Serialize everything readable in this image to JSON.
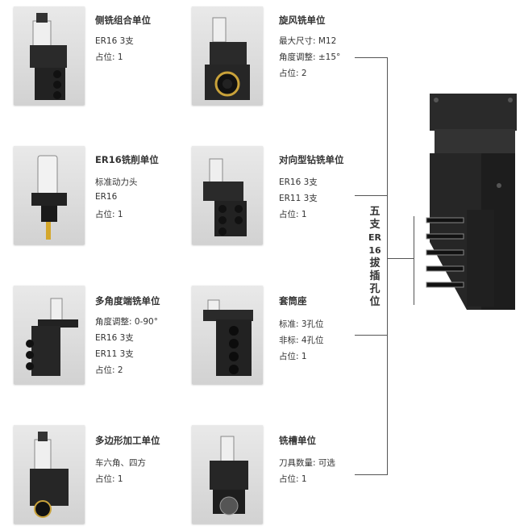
{
  "items": [
    {
      "title": "侧铣组合单位",
      "lines": [
        "ER16 3支",
        "占位: 1"
      ]
    },
    {
      "title": "旋风铣单位",
      "lines": [
        "最大尺寸: M12",
        "角度调整: ±15°",
        "占位: 2"
      ]
    },
    {
      "title": "ER16铣削单位",
      "lines": [
        "标准动力头",
        "ER16",
        "占位: 1"
      ]
    },
    {
      "title": "对向型钻铣单位",
      "lines": [
        "ER16 3支",
        "ER11 3支",
        "占位: 1"
      ]
    },
    {
      "title": "多角度端铣单位",
      "lines": [
        "角度调整: 0-90°",
        "ER16 3支",
        "ER11 3支",
        "占位: 2"
      ]
    },
    {
      "title": "套筒座",
      "lines": [
        "标准: 3孔位",
        "非标: 4孔位",
        "占位: 1"
      ]
    },
    {
      "title": "多边形加工单位",
      "lines": [
        "车六角、四方",
        "占位: 1"
      ]
    },
    {
      "title": "铣槽单位",
      "lines": [
        "刀具数量: 可选",
        "占位: 1"
      ]
    }
  ],
  "vertical_title": [
    "五",
    "支",
    "ER",
    "16",
    "拔",
    "插",
    "孔",
    "位"
  ],
  "icons": [
    "side-milling-unit",
    "whirlwind-milling-unit",
    "er16-milling-unit",
    "opposed-drilling-unit",
    "multi-angle-milling-unit",
    "sleeve-holder",
    "polygon-unit",
    "slot-milling-unit",
    "turret-machine"
  ]
}
